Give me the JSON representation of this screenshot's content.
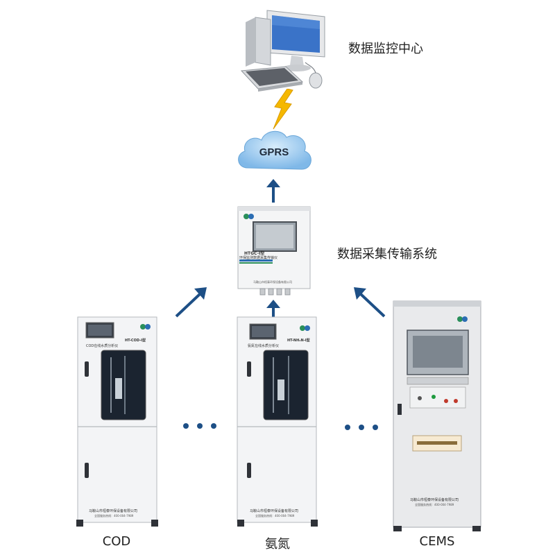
{
  "monitoring_center": {
    "label": "数据监控中心"
  },
  "network": {
    "label": "GPRS"
  },
  "transmission": {
    "label": "数据采集传输系统",
    "device_model": "HTGC-Ⅰ型",
    "device_name": "环保监测数据采集传输仪",
    "company": "马鞍山市桓泰环保设备有限公司"
  },
  "instruments": [
    {
      "label": "COD",
      "model": "HT-COD-Ⅰ型",
      "name": "COD在线水质分析仪",
      "company": "马鞍山市桓泰环保设备有限公司",
      "hotline": "全国服务热线：400-004-7989"
    },
    {
      "label": "氨氮",
      "model": "HT-NH₃N-Ⅰ型",
      "name": "氨氮在线水质分析仪",
      "company": "马鞍山市桓泰环保设备有限公司",
      "hotline": "全国服务热线：400-004-7989"
    },
    {
      "label": "CEMS",
      "model": "",
      "name": "",
      "company": "马鞍山市桓泰环保设备有限公司",
      "hotline": "全国服务热线：400-004-7989"
    }
  ],
  "colors": {
    "arrow": "#1d4f86",
    "cloud": "#8ec5ef",
    "lightning": "#f5b800",
    "cabinet": "#f3f4f6"
  },
  "icons": [
    "computer-icon",
    "cloud-icon",
    "lightning-icon",
    "arrow-icon",
    "ellipsis-icon"
  ]
}
